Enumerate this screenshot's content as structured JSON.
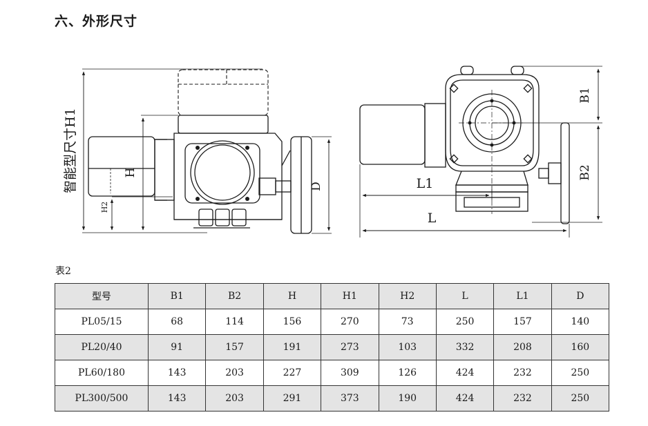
{
  "heading": "六、外形尺寸",
  "drawing": {
    "left_view": {
      "vertical_caption": "智能型尺寸H1",
      "labels": {
        "h": "H",
        "h2": "H2",
        "d": "D"
      }
    },
    "right_view": {
      "labels": {
        "b1": "B1",
        "b2": "B2",
        "l1": "L1",
        "l": "L"
      }
    }
  },
  "table": {
    "caption": "表2",
    "headers": [
      "型号",
      "B1",
      "B2",
      "H",
      "H1",
      "H2",
      "L",
      "L1",
      "D"
    ],
    "rows": [
      [
        "PL05/15",
        "68",
        "114",
        "156",
        "270",
        "73",
        "250",
        "157",
        "140"
      ],
      [
        "PL20/40",
        "91",
        "157",
        "191",
        "273",
        "103",
        "332",
        "208",
        "160"
      ],
      [
        "PL60/180",
        "143",
        "203",
        "227",
        "309",
        "126",
        "424",
        "232",
        "250"
      ],
      [
        "PL300/500",
        "143",
        "203",
        "291",
        "373",
        "190",
        "424",
        "232",
        "250"
      ]
    ]
  }
}
